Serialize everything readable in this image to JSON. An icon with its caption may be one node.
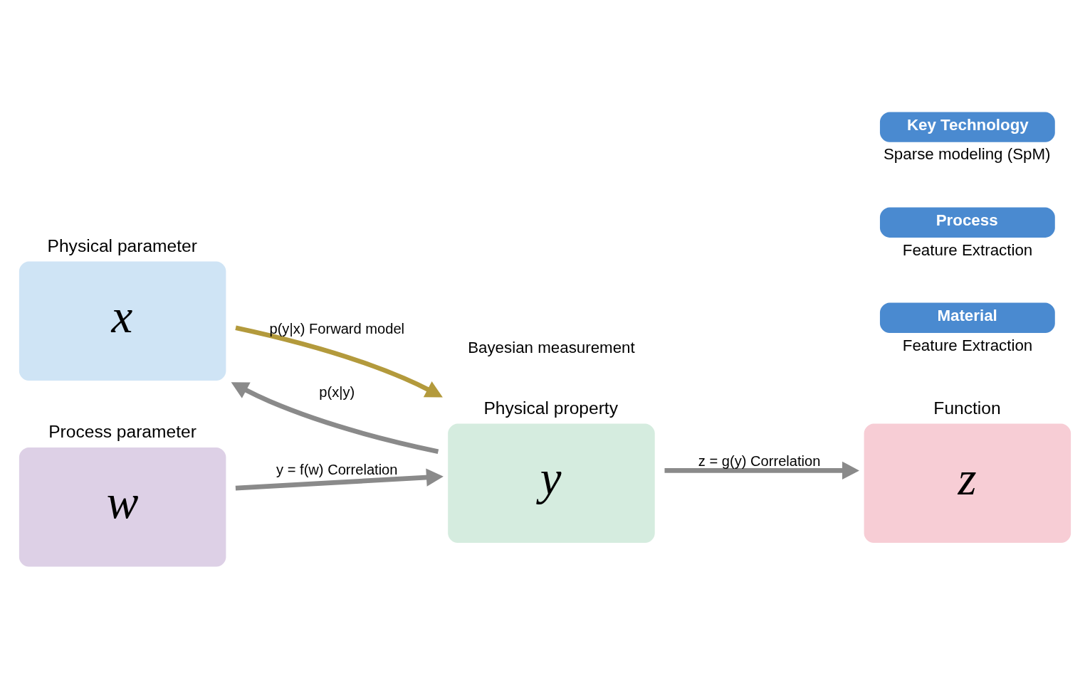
{
  "diagram": {
    "nodes": [
      {
        "text": [
          "Physical parameter",
          "x"
        ]
      },
      {
        "text": [
          "Physical property",
          "y"
        ]
      },
      {
        "text": [
          "Function",
          "z"
        ]
      },
      {
        "text": [
          "Process parameter",
          "w"
        ]
      },
      {
        "text": [
          "Material"
        ],
        "beside": [
          "Feature Extraction"
        ]
      },
      {
        "text": [
          "Process"
        ],
        "beside": [
          "Feature Extraction"
        ]
      },
      {
        "text": [
          "Key Technology"
        ],
        "beside": [
          "Sparse modeling (SpM)"
        ]
      }
    ],
    "edges": [
      {
        "from": 0,
        "to": 1,
        "arrow": "to",
        "label": "p(y|x) Forward model",
        "color": "#b39a3c"
      },
      {
        "from": 1,
        "to": 2,
        "arrow": "to",
        "label": "z = g(y) Correlation"
      },
      {
        "from": 1,
        "to": 0,
        "arrow": "to",
        "label": "p(x|y)"
      },
      {
        "from": 3,
        "to": 1,
        "arrow": "to",
        "label": "y = f(w) Correlation"
      }
    ],
    "labels": [
      "Bayesian measurement"
    ]
  }
}
